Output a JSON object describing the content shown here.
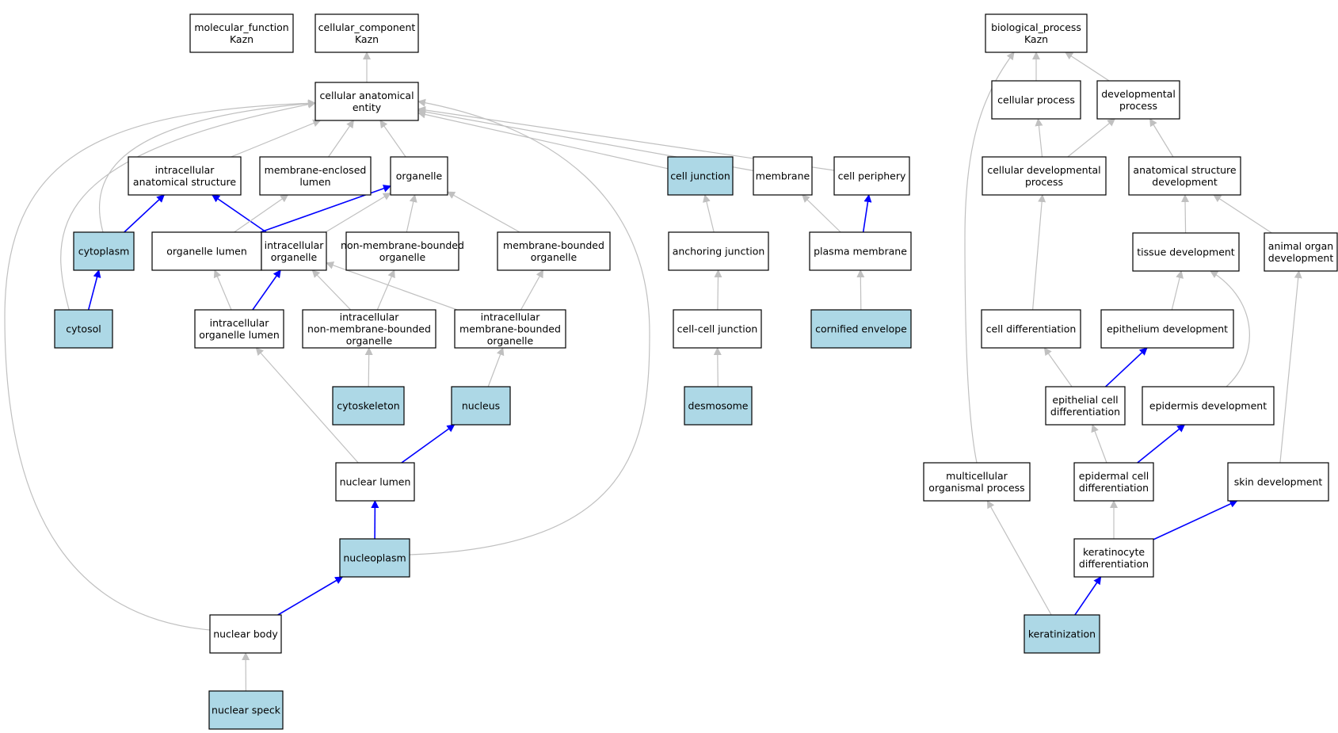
{
  "colors": {
    "background": "#ffffff",
    "node_fill": "#ffffff",
    "highlight_fill": "#add8e6",
    "node_border": "#000000",
    "edge_gray": "#c0c0c0",
    "edge_blue": "#0000ff"
  },
  "nodes": [
    {
      "id": "mf",
      "lines": [
        "molecular_function",
        "Kazn"
      ]
    },
    {
      "id": "cc",
      "lines": [
        "cellular_component",
        "Kazn"
      ]
    },
    {
      "id": "bp",
      "lines": [
        "biological_process",
        "Kazn"
      ]
    },
    {
      "id": "cae",
      "lines": [
        "cellular anatomical",
        "entity"
      ]
    },
    {
      "id": "ias",
      "lines": [
        "intracellular",
        "anatomical structure"
      ]
    },
    {
      "id": "mel",
      "lines": [
        "membrane-enclosed",
        "lumen"
      ]
    },
    {
      "id": "org",
      "lines": [
        "organelle"
      ]
    },
    {
      "id": "cj",
      "lines": [
        "cell junction"
      ],
      "highlight": true
    },
    {
      "id": "mem",
      "lines": [
        "membrane"
      ]
    },
    {
      "id": "cp",
      "lines": [
        "cell periphery"
      ]
    },
    {
      "id": "cyto",
      "lines": [
        "cytoplasm"
      ],
      "highlight": true
    },
    {
      "id": "orglum",
      "lines": [
        "organelle lumen"
      ]
    },
    {
      "id": "io",
      "lines": [
        "intracellular",
        "organelle"
      ]
    },
    {
      "id": "nmbo",
      "lines": [
        "non-membrane-bounded",
        "organelle"
      ]
    },
    {
      "id": "mbo",
      "lines": [
        "membrane-bounded",
        "organelle"
      ]
    },
    {
      "id": "aj",
      "lines": [
        "anchoring junction"
      ]
    },
    {
      "id": "pm",
      "lines": [
        "plasma membrane"
      ]
    },
    {
      "id": "cytosol",
      "lines": [
        "cytosol"
      ],
      "highlight": true
    },
    {
      "id": "iol",
      "lines": [
        "intracellular",
        "organelle lumen"
      ]
    },
    {
      "id": "inmbo",
      "lines": [
        "intracellular",
        "non-membrane-bounded",
        "organelle"
      ]
    },
    {
      "id": "imbo",
      "lines": [
        "intracellular",
        "membrane-bounded",
        "organelle"
      ]
    },
    {
      "id": "ccj",
      "lines": [
        "cell-cell junction"
      ]
    },
    {
      "id": "ce",
      "lines": [
        "cornified envelope"
      ],
      "highlight": true
    },
    {
      "id": "cytosk",
      "lines": [
        "cytoskeleton"
      ],
      "highlight": true
    },
    {
      "id": "nuc",
      "lines": [
        "nucleus"
      ],
      "highlight": true
    },
    {
      "id": "desmo",
      "lines": [
        "desmosome"
      ],
      "highlight": true
    },
    {
      "id": "nl",
      "lines": [
        "nuclear lumen"
      ]
    },
    {
      "id": "nucleo",
      "lines": [
        "nucleoplasm"
      ],
      "highlight": true
    },
    {
      "id": "nb",
      "lines": [
        "nuclear body"
      ]
    },
    {
      "id": "ns",
      "lines": [
        "nuclear speck"
      ],
      "highlight": true
    },
    {
      "id": "cellp",
      "lines": [
        "cellular process"
      ]
    },
    {
      "id": "devp",
      "lines": [
        "developmental",
        "process"
      ]
    },
    {
      "id": "cdp",
      "lines": [
        "cellular developmental",
        "process"
      ]
    },
    {
      "id": "asd",
      "lines": [
        "anatomical structure",
        "development"
      ]
    },
    {
      "id": "td",
      "lines": [
        "tissue development"
      ]
    },
    {
      "id": "aod",
      "lines": [
        "animal organ",
        "development"
      ]
    },
    {
      "id": "cd",
      "lines": [
        "cell differentiation"
      ]
    },
    {
      "id": "ed",
      "lines": [
        "epithelium development"
      ]
    },
    {
      "id": "ecd",
      "lines": [
        "epithelial cell",
        "differentiation"
      ]
    },
    {
      "id": "epd",
      "lines": [
        "epidermis development"
      ]
    },
    {
      "id": "mop",
      "lines": [
        "multicellular",
        "organismal process"
      ]
    },
    {
      "id": "epcd",
      "lines": [
        "epidermal cell",
        "differentiation"
      ]
    },
    {
      "id": "sd",
      "lines": [
        "skin development"
      ]
    },
    {
      "id": "kd",
      "lines": [
        "keratinocyte",
        "differentiation"
      ]
    },
    {
      "id": "ker",
      "lines": [
        "keratinization"
      ],
      "highlight": true
    }
  ],
  "edges": [
    {
      "from": "cae",
      "to": "cc"
    },
    {
      "from": "ias",
      "to": "cae"
    },
    {
      "from": "mel",
      "to": "cae"
    },
    {
      "from": "org",
      "to": "cae"
    },
    {
      "from": "cj",
      "to": "cae"
    },
    {
      "from": "mem",
      "to": "cae"
    },
    {
      "from": "cp",
      "to": "cae"
    },
    {
      "from": "cyto",
      "to": "cae"
    },
    {
      "from": "cytosol",
      "to": "cae"
    },
    {
      "from": "nb",
      "to": "cae"
    },
    {
      "from": "nucleo",
      "to": "cae"
    },
    {
      "from": "cyto",
      "to": "ias",
      "blue": true
    },
    {
      "from": "io",
      "to": "ias",
      "blue": true
    },
    {
      "from": "orglum",
      "to": "mel"
    },
    {
      "from": "orglum",
      "to": "org",
      "blue": true
    },
    {
      "from": "io",
      "to": "org"
    },
    {
      "from": "nmbo",
      "to": "org"
    },
    {
      "from": "mbo",
      "to": "org"
    },
    {
      "from": "cytosol",
      "to": "cyto",
      "blue": true
    },
    {
      "from": "iol",
      "to": "orglum"
    },
    {
      "from": "iol",
      "to": "io",
      "blue": true
    },
    {
      "from": "inmbo",
      "to": "io"
    },
    {
      "from": "imbo",
      "to": "io"
    },
    {
      "from": "inmbo",
      "to": "nmbo"
    },
    {
      "from": "imbo",
      "to": "mbo"
    },
    {
      "from": "cytosk",
      "to": "inmbo"
    },
    {
      "from": "nuc",
      "to": "imbo"
    },
    {
      "from": "nl",
      "to": "iol"
    },
    {
      "from": "nl",
      "to": "nuc",
      "blue": true
    },
    {
      "from": "nucleo",
      "to": "nl",
      "blue": true
    },
    {
      "from": "nb",
      "to": "nucleo",
      "blue": true
    },
    {
      "from": "ns",
      "to": "nb"
    },
    {
      "from": "aj",
      "to": "cj"
    },
    {
      "from": "ccj",
      "to": "aj"
    },
    {
      "from": "desmo",
      "to": "ccj"
    },
    {
      "from": "pm",
      "to": "mem"
    },
    {
      "from": "pm",
      "to": "cp",
      "blue": true
    },
    {
      "from": "ce",
      "to": "pm"
    },
    {
      "from": "cellp",
      "to": "bp"
    },
    {
      "from": "devp",
      "to": "bp"
    },
    {
      "from": "mop",
      "to": "bp"
    },
    {
      "from": "cdp",
      "to": "cellp"
    },
    {
      "from": "cdp",
      "to": "devp"
    },
    {
      "from": "asd",
      "to": "devp"
    },
    {
      "from": "cd",
      "to": "cdp"
    },
    {
      "from": "td",
      "to": "asd"
    },
    {
      "from": "aod",
      "to": "asd"
    },
    {
      "from": "ed",
      "to": "td"
    },
    {
      "from": "epd",
      "to": "td"
    },
    {
      "from": "ecd",
      "to": "cd"
    },
    {
      "from": "ecd",
      "to": "ed",
      "blue": true
    },
    {
      "from": "epcd",
      "to": "ecd"
    },
    {
      "from": "epcd",
      "to": "epd",
      "blue": true
    },
    {
      "from": "kd",
      "to": "epcd"
    },
    {
      "from": "kd",
      "to": "sd",
      "blue": true
    },
    {
      "from": "sd",
      "to": "aod"
    },
    {
      "from": "ker",
      "to": "kd",
      "blue": true
    },
    {
      "from": "ker",
      "to": "mop"
    }
  ]
}
